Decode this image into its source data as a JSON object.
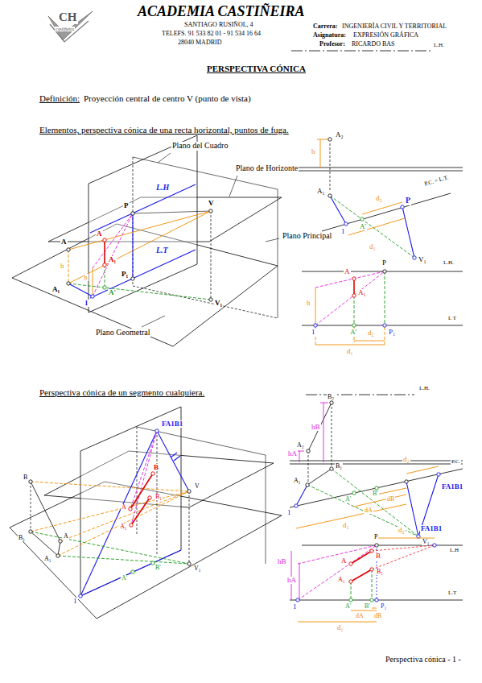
{
  "diagram": {
    "title": "PERSPECTIVA CÓNICA",
    "caption": "Perspectiva cónica  - 1 -",
    "labels": [
      "CH",
      "castiñeira",
      "ACADEMIA CASTIÑEIRA",
      "SANTIAGO RUSIÑOL, 4",
      "TELEFS. 91 533 82 01 - 91 534 16 64",
      "28040 MADRID",
      "Carrera:",
      "INGENIERÍA CIVIL Y TERRITORIAL",
      "Asignatura:",
      "EXPRESIÓN GRÁFICA",
      "Profesor:",
      "RICARDO BAS",
      "Definición:",
      "Proyección central de centro V (punto de vista)",
      "Elementos, perspectiva cónica de una recta horizontal, puntos de fuga.",
      "Plano del Cuadro",
      "Plano de Horizonte",
      "Plano Principal",
      "Plano Geometral",
      "L.H",
      "L.T",
      "P",
      "P₁",
      "V",
      "V₁",
      "A",
      "A₁",
      "h",
      "A",
      "A₁",
      "h",
      "1",
      "A'",
      "L.H.",
      "A₂",
      "h",
      "A₁",
      "1",
      "A'",
      "d₂",
      "d₁",
      "P",
      "V₁",
      "P.C. = L.T.",
      "P",
      "L.H.",
      "A",
      "A₁",
      "h",
      "1",
      "A'",
      "P₁",
      "L T",
      "d₂",
      "d₁",
      "Perspectiva cónica de un segmento cualquiera.",
      "B",
      "B₁",
      "A",
      "A₁",
      "FA1B1",
      "B",
      "B₁",
      "A₁",
      "V",
      "V₁",
      "A'",
      "B'",
      "1",
      "A",
      "L.H.",
      "B₂",
      "A₂",
      "hA",
      "hB",
      "B₁",
      "A₁",
      "1",
      "A'",
      "B'",
      "dB",
      "dA",
      "d₁",
      "d₂",
      "FA1B1",
      "P.C.",
      "V₁",
      "P",
      "d₂",
      "FA1B1",
      "L.H",
      "A",
      "B",
      "A₁",
      "B₁",
      "hA",
      "hB",
      "1",
      "A'",
      "B'",
      "P₁",
      "L.T",
      "dA",
      "dB",
      "d₁"
    ]
  }
}
